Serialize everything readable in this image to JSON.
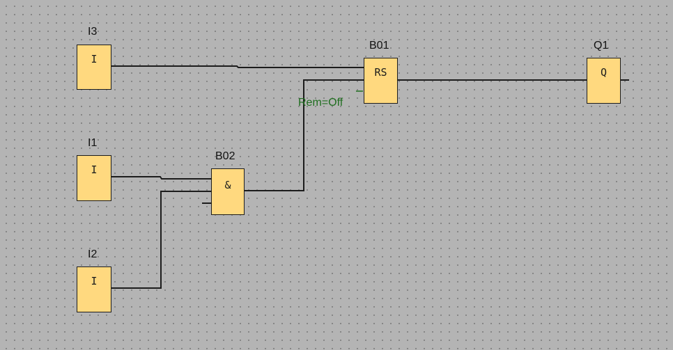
{
  "colors": {
    "canvas": "#b4b4b4",
    "grid_dot": "#5c5c5c",
    "block_fill": "#ffd97f",
    "wire": "#1c1c1c",
    "parameter_text": "#1f6e1f"
  },
  "blocks": {
    "i3": {
      "label": "I3",
      "symbol": "I"
    },
    "i1": {
      "label": "I1",
      "symbol": "I"
    },
    "i2": {
      "label": "I2",
      "symbol": "I"
    },
    "b02": {
      "label": "B02",
      "symbol": "&"
    },
    "b01": {
      "label": "B01",
      "symbol": "RS",
      "parameter": "Rem=Off"
    },
    "q1": {
      "label": "Q1",
      "symbol": "Q"
    }
  },
  "connections": [
    {
      "from": "I3",
      "to": "B01"
    },
    {
      "from": "I1",
      "to": "B02"
    },
    {
      "from": "I2",
      "to": "B02"
    },
    {
      "from": "B02",
      "to": "B01"
    },
    {
      "from": "B01",
      "to": "Q1"
    }
  ]
}
